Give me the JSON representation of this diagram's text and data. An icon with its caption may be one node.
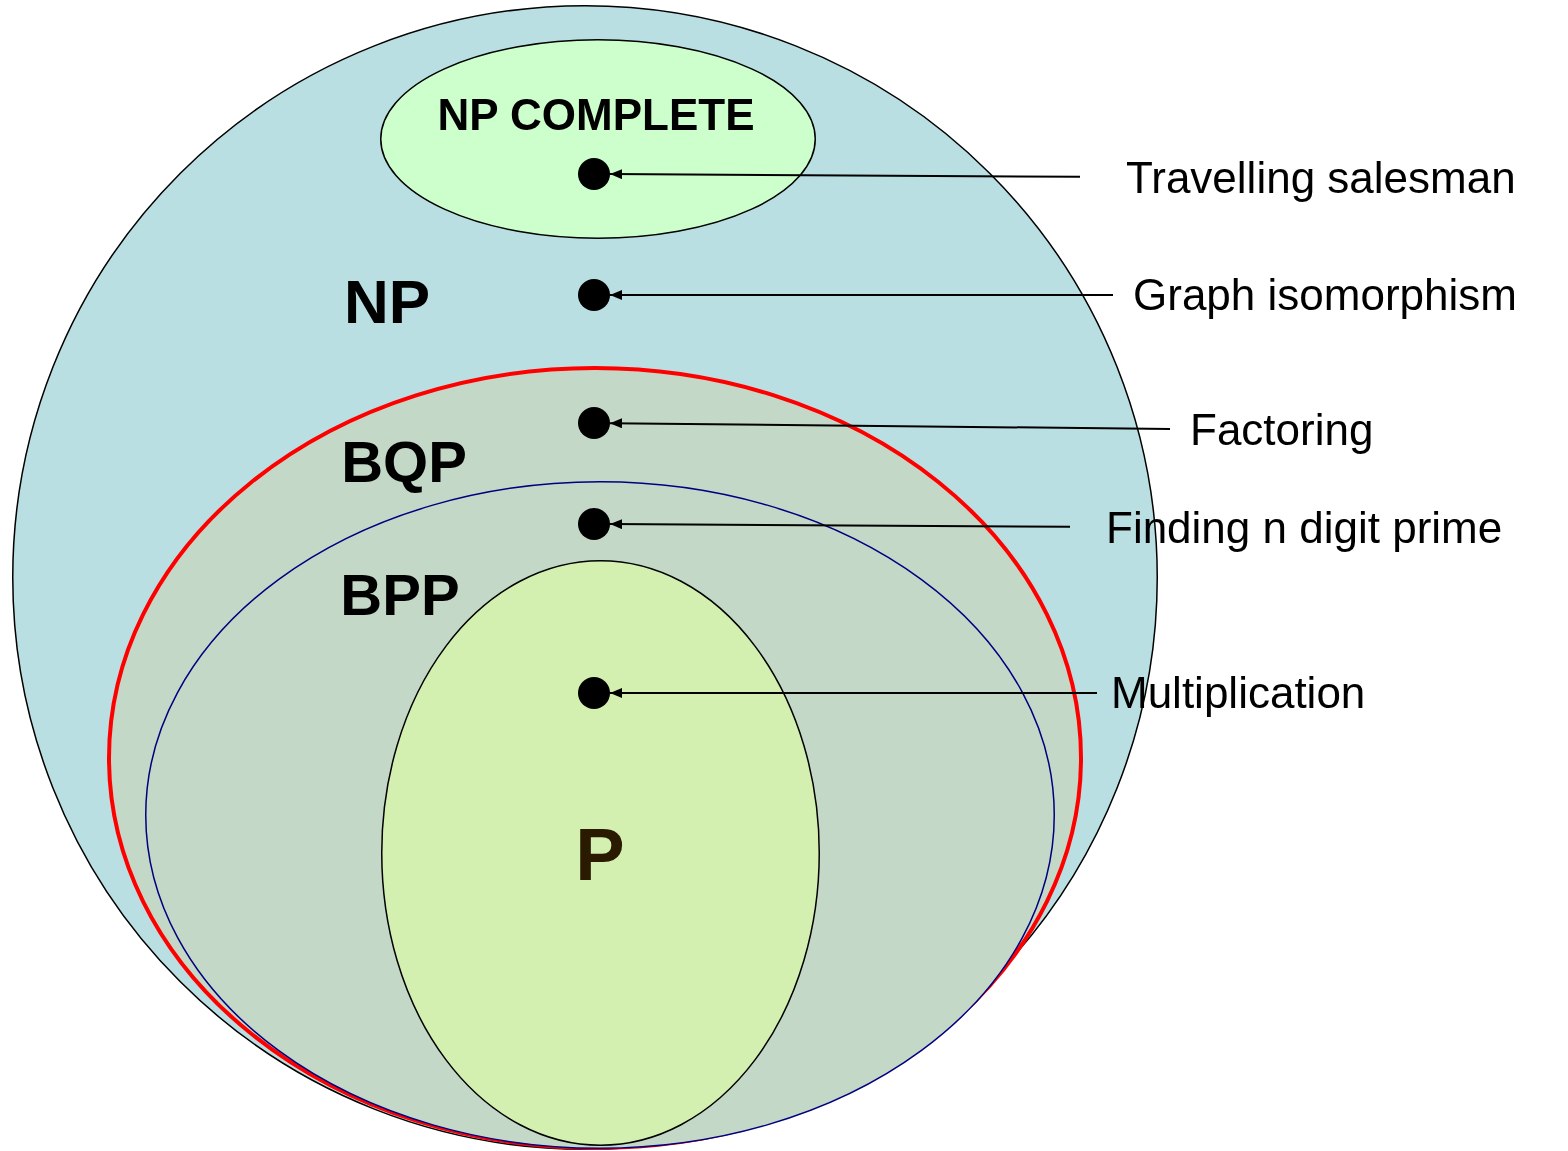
{
  "diagram": {
    "nodes": [
      {
        "text": [
          "NP"
        ]
      },
      {
        "text": [
          "NP COMPLETE"
        ],
        "in": 0
      },
      {
        "text": [
          "BQP"
        ],
        "in": 0
      },
      {
        "text": [
          "BPP"
        ],
        "in": 2
      },
      {
        "text": [
          "P"
        ],
        "in": 3
      },
      {
        "text": [],
        "shape": "circle",
        "in": 1
      },
      {
        "text": [],
        "shape": "circle",
        "in": 0
      },
      {
        "text": [],
        "shape": "circle",
        "in": 2
      },
      {
        "text": [],
        "shape": "circle",
        "in": 3
      },
      {
        "text": [],
        "shape": "circle",
        "in": 4
      },
      {
        "text": [
          "Travelling salesman"
        ]
      },
      {
        "text": [
          "Graph isomorphism"
        ]
      },
      {
        "text": [
          "Factoring"
        ]
      },
      {
        "text": [
          "Finding n digit prime"
        ]
      },
      {
        "text": [
          "Multiplication"
        ]
      }
    ],
    "edges": [
      {
        "from": 10,
        "to": 5,
        "arrow": "to"
      },
      {
        "from": 11,
        "to": 6,
        "arrow": "to"
      },
      {
        "from": 12,
        "to": 7,
        "arrow": "to"
      },
      {
        "from": 13,
        "to": 8,
        "arrow": "to"
      },
      {
        "from": 14,
        "to": 9,
        "arrow": "to"
      }
    ]
  }
}
